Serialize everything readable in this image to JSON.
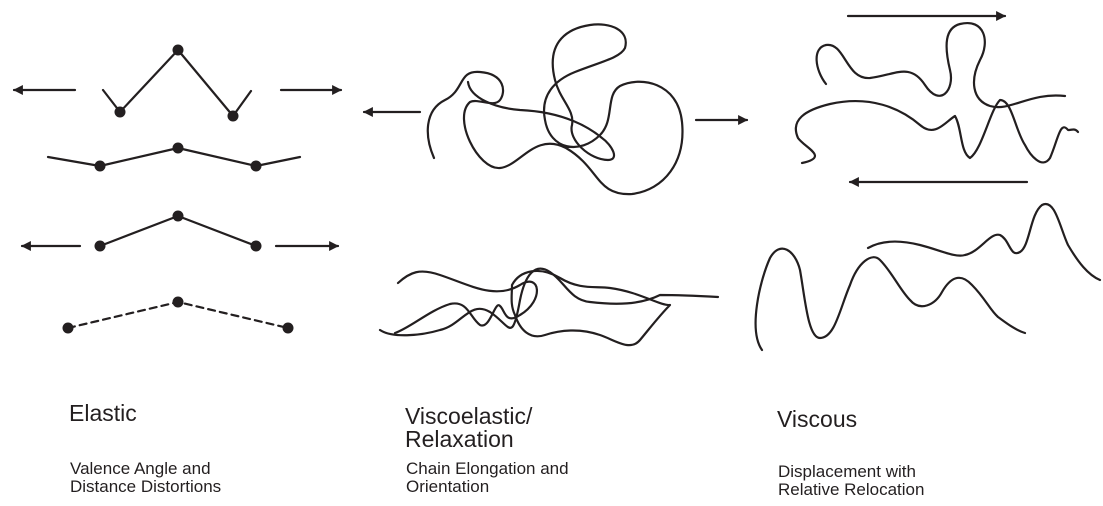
{
  "colors": {
    "ink": "#231f20",
    "background": "#ffffff"
  },
  "panels": [
    {
      "id": "elastic",
      "title_lines": [
        "Elastic"
      ],
      "subtitle_lines": [
        "Valence Angle and",
        "Distance Distortions"
      ]
    },
    {
      "id": "viscoelastic",
      "title_lines": [
        "Viscoelastic/",
        "Relaxation"
      ],
      "subtitle_lines": [
        "Chain Elongation and",
        "Orientation"
      ]
    },
    {
      "id": "viscous",
      "title_lines": [
        "Viscous"
      ],
      "subtitle_lines": [
        "Displacement with",
        "Relative Relocation"
      ]
    }
  ]
}
